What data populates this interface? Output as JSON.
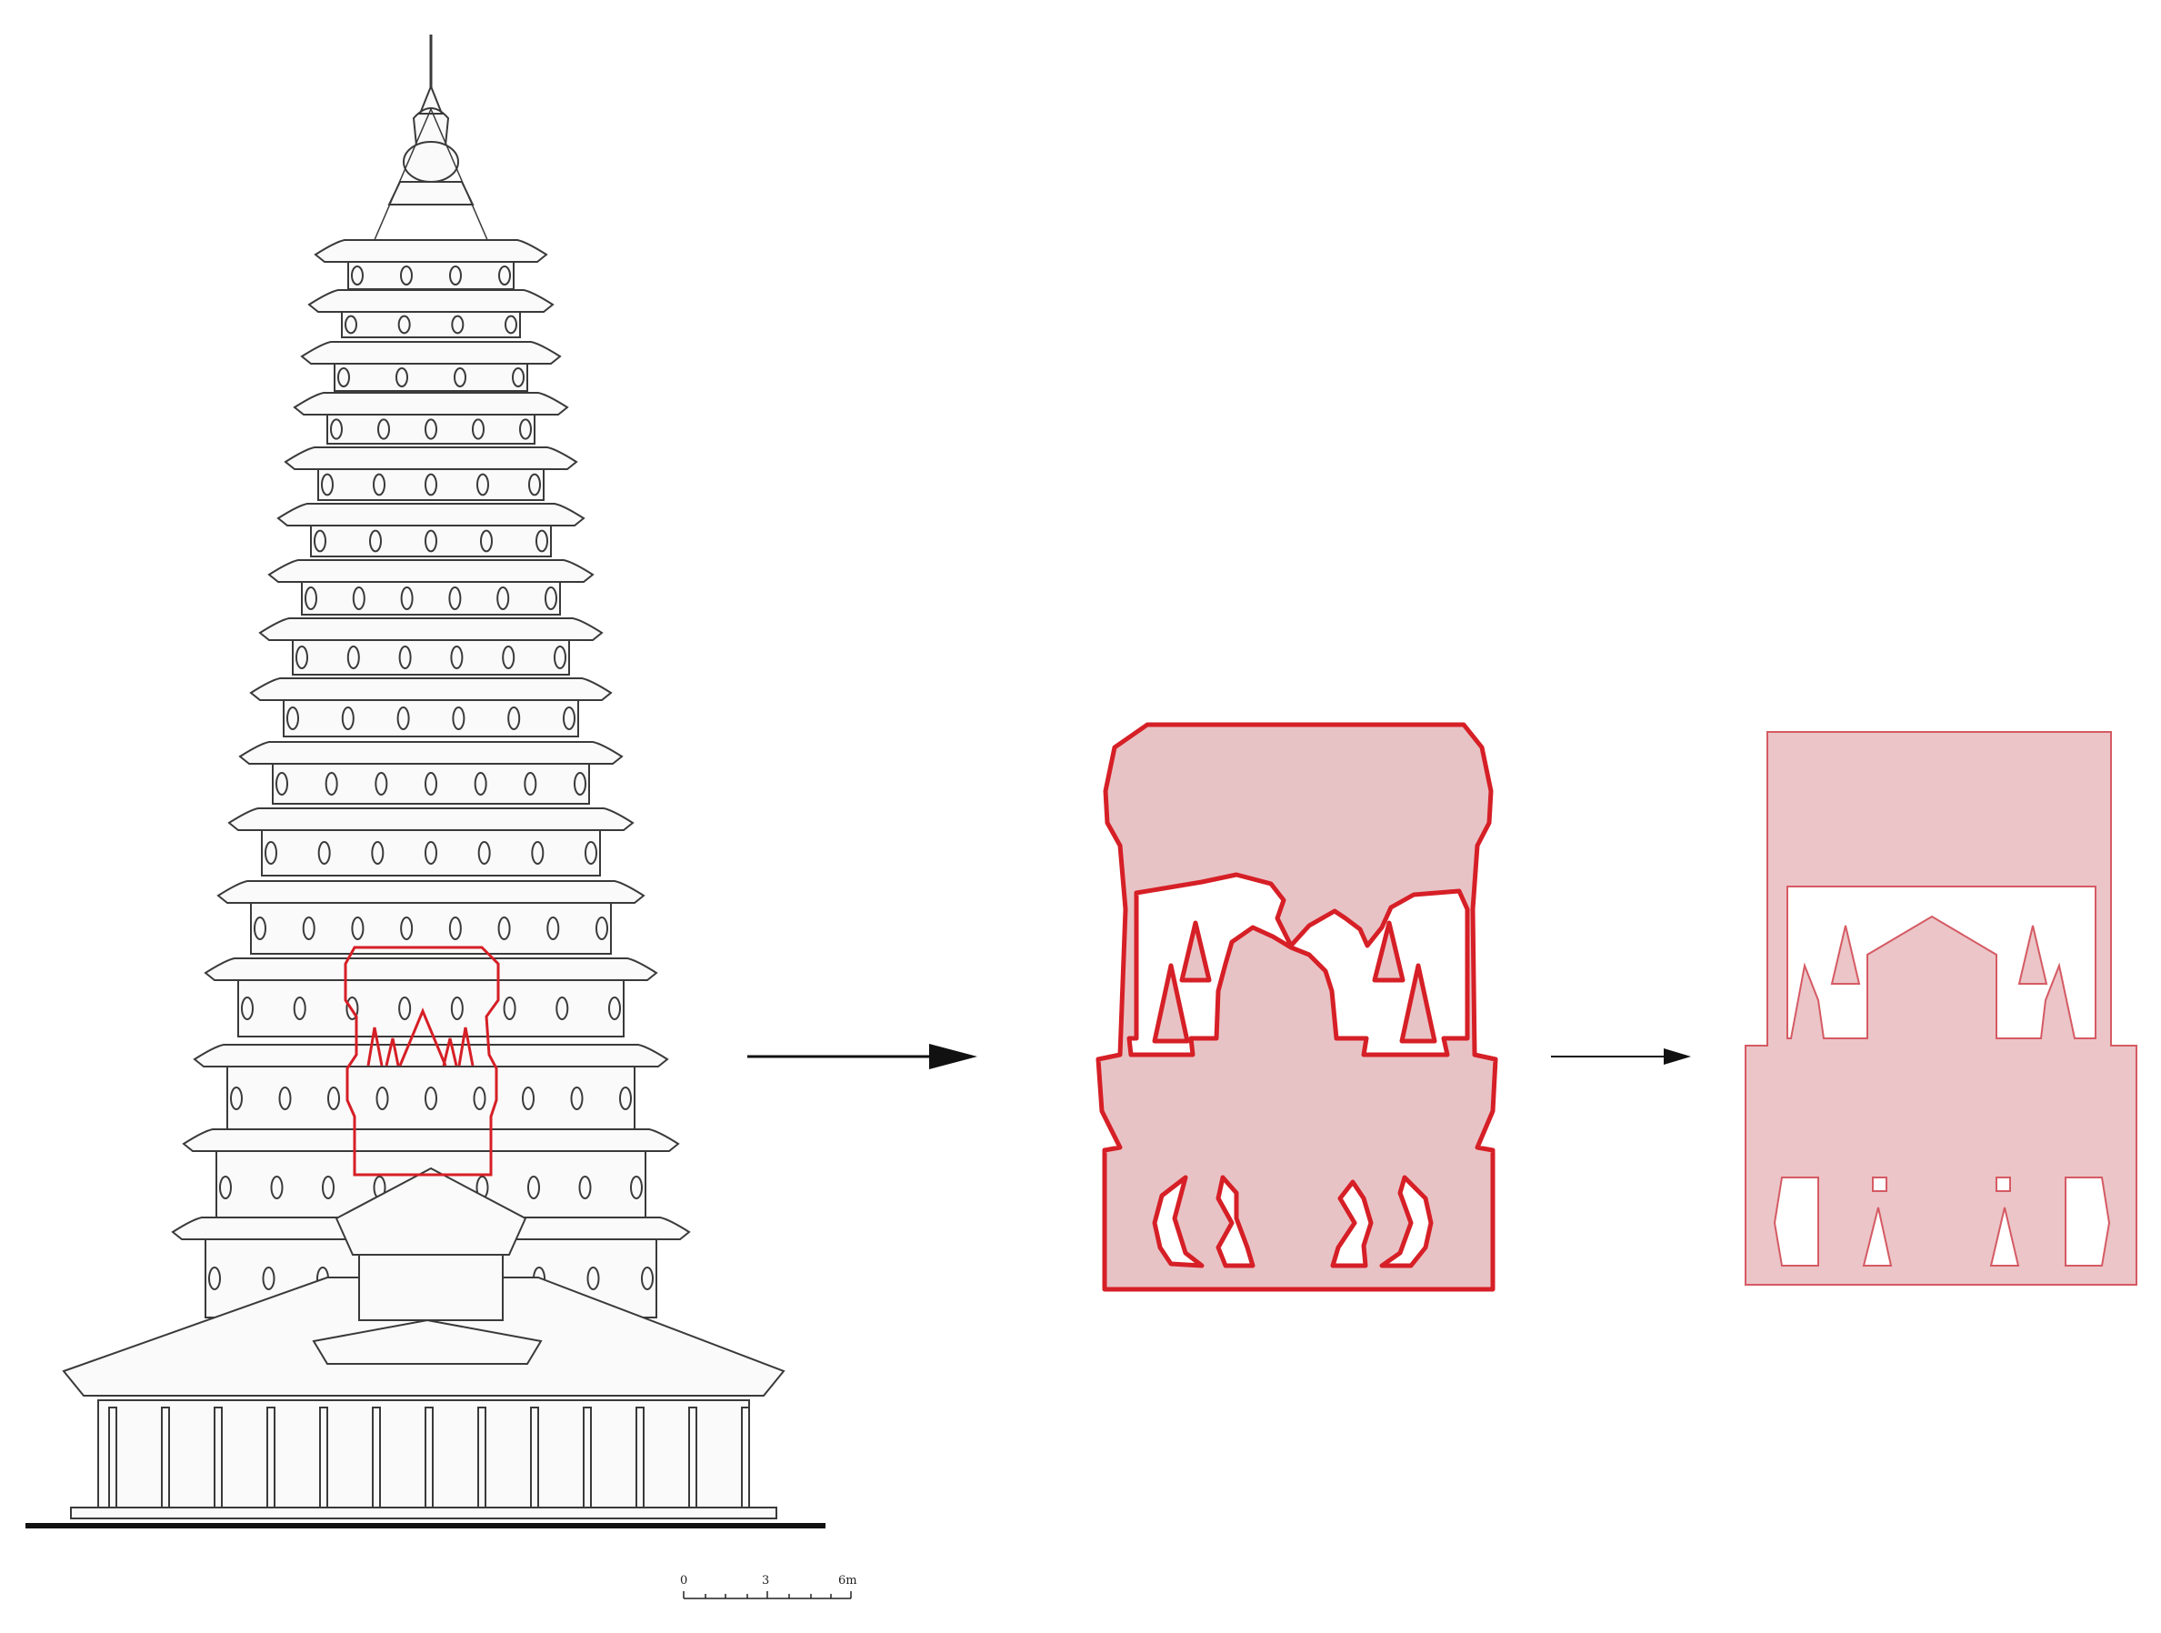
{
  "scale_bar": {
    "labels": [
      "0",
      "3",
      "6m"
    ]
  },
  "colors": {
    "line_drawing": "#3a3a3a",
    "highlight_stroke": "#d61f26",
    "fill_pink": "#e8c3c6",
    "simplified_stroke": "#d55a63",
    "arrow": "#111111"
  },
  "panels": [
    {
      "id": "pagoda-elevation",
      "content": "line-drawing-of-pagoda-with-highlighted-segment"
    },
    {
      "id": "extracted-outline",
      "content": "traced-red-outline-of-highlighted-segment"
    },
    {
      "id": "simplified-geometry",
      "content": "simplified-polygonal-version-of-outline"
    }
  ]
}
